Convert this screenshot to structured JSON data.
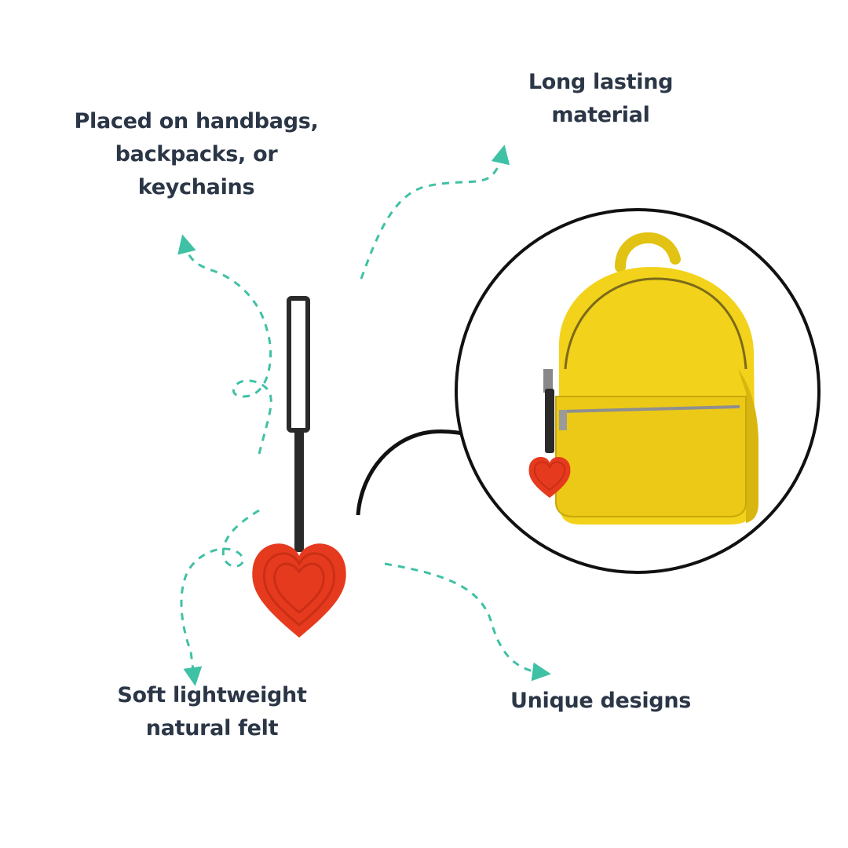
{
  "features": {
    "placed": "Placed on handbags,\nbackpacks, or\nkeychains",
    "long_lasting": "Long lasting\nmaterial",
    "soft": "Soft lightweight\nnatural felt",
    "unique": "Unique designs"
  },
  "colors": {
    "text": "#2b3646",
    "dashed_arrow": "#3fc1a5",
    "heart": "#e63a1e",
    "heart_shade": "#c92f15",
    "strap": "#2a2a2a",
    "backpack": "#f2d21a",
    "backpack_shade": "#d9b60f",
    "circle_stroke": "#111111"
  },
  "icons": {
    "product": "heart-keychain-icon",
    "backpack": "yellow-backpack-icon"
  }
}
